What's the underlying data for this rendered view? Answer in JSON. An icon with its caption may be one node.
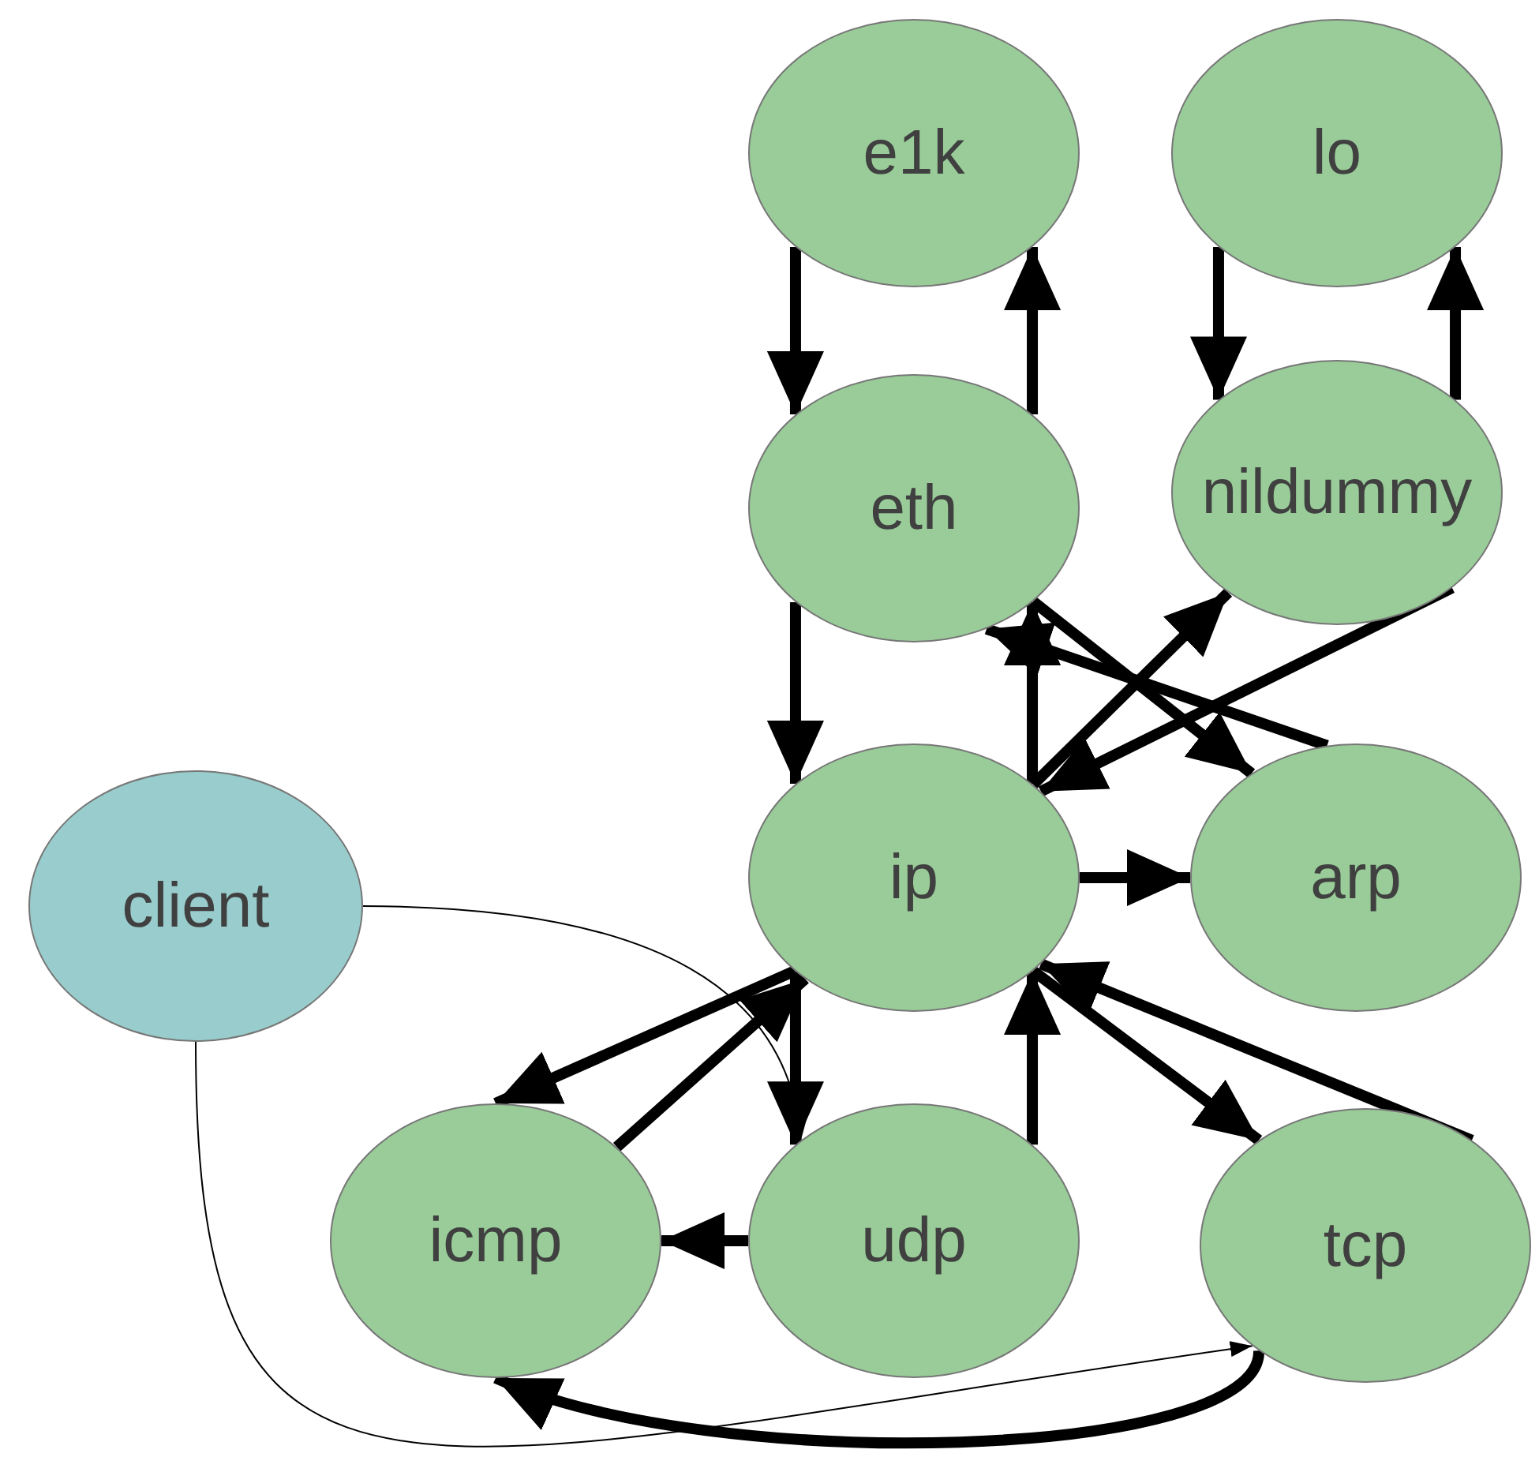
{
  "diagram": {
    "nodes": [
      {
        "text": [
          "e1k"
        ]
      },
      {
        "text": [
          "lo"
        ]
      },
      {
        "text": [
          "eth"
        ]
      },
      {
        "text": [
          "nildummy"
        ]
      },
      {
        "text": [
          "client"
        ]
      },
      {
        "text": [
          "ip"
        ]
      },
      {
        "text": [
          "arp"
        ]
      },
      {
        "text": [
          "icmp"
        ]
      },
      {
        "text": [
          "udp"
        ]
      },
      {
        "text": [
          "tcp"
        ]
      }
    ],
    "edges": [
      {
        "from": 0,
        "to": 2,
        "arrow": "to"
      },
      {
        "from": 2,
        "to": 0,
        "arrow": "to"
      },
      {
        "from": 1,
        "to": 3,
        "arrow": "to"
      },
      {
        "from": 3,
        "to": 1,
        "arrow": "to"
      },
      {
        "from": 2,
        "to": 5,
        "arrow": "to"
      },
      {
        "from": 5,
        "to": 2,
        "arrow": "to"
      },
      {
        "from": 2,
        "to": 6,
        "arrow": "to"
      },
      {
        "from": 6,
        "to": 2,
        "arrow": "to"
      },
      {
        "from": 5,
        "to": 3,
        "arrow": "to"
      },
      {
        "from": 3,
        "to": 5,
        "arrow": "to"
      },
      {
        "from": 5,
        "to": 6,
        "arrow": "to"
      },
      {
        "from": 5,
        "to": 7,
        "arrow": "to"
      },
      {
        "from": 7,
        "to": 5,
        "arrow": "to"
      },
      {
        "from": 5,
        "to": 8,
        "arrow": "to"
      },
      {
        "from": 8,
        "to": 5,
        "arrow": "to"
      },
      {
        "from": 8,
        "to": 7,
        "arrow": "to"
      },
      {
        "from": 5,
        "to": 9,
        "arrow": "to"
      },
      {
        "from": 9,
        "to": 5,
        "arrow": "to"
      },
      {
        "from": 4,
        "to": 8,
        "arrow": "to"
      },
      {
        "from": 4,
        "to": 9,
        "arrow": "to"
      },
      {
        "from": 9,
        "to": 7,
        "arrow": "to"
      }
    ]
  }
}
